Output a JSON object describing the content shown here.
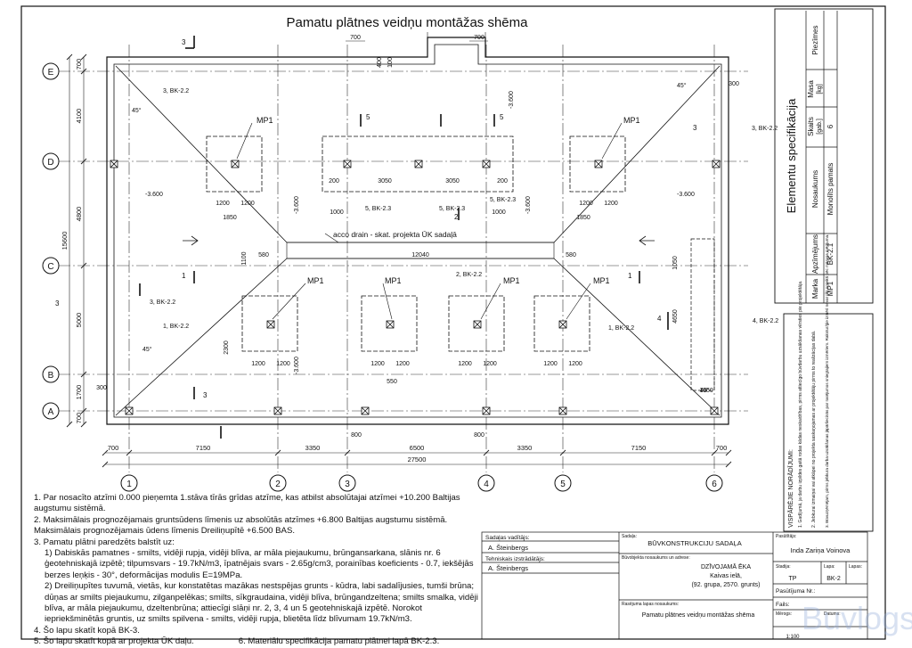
{
  "title": "Pamatu plātnes veidņu montāžas shēma",
  "axes_v": [
    "1",
    "2",
    "3",
    "4",
    "5",
    "6"
  ],
  "axes_h": [
    "E",
    "D",
    "C",
    "B",
    "A"
  ],
  "dims_bottom": [
    "700",
    "7150",
    "3350",
    "6500",
    "3350",
    "7150",
    "700",
    "27500"
  ],
  "dims_left": [
    "700",
    "4100",
    "4800",
    "5000",
    "1700",
    "700",
    "15600"
  ],
  "dims_top": [
    "700",
    "700",
    "700",
    "400",
    "100"
  ],
  "slab_labels": [
    "MP1",
    "MP1",
    "MP1",
    "MP1",
    "MP1",
    "MP1"
  ],
  "section_marks": [
    "3",
    "3",
    "3",
    "3",
    "1",
    "1",
    "2",
    "4",
    "5",
    "5",
    "5",
    "5"
  ],
  "refs": [
    "3, BK-2.2",
    "3, BK-2.2",
    "3, BK-2.2",
    "1, BK-2.2",
    "1, BK-2.2",
    "2, BK-2.2",
    "4, BK-2.2",
    "5, BK-2.3",
    "5, BK-2.3",
    "5, BK-2.3"
  ],
  "levels": [
    "-3.600",
    "-3.600",
    "-3.600",
    "-3.600",
    "-3.600",
    "-3.600"
  ],
  "inner_dims": [
    "1200",
    "1200",
    "1850",
    "1200",
    "1200",
    "1850",
    "200",
    "3050",
    "3050",
    "200",
    "1000",
    "1000",
    "12040",
    "1100",
    "580",
    "580",
    "1050",
    "4650",
    "150",
    "1050",
    "2300",
    "1200",
    "1200",
    "1200",
    "1200",
    "1200",
    "1200",
    "1200",
    "1200",
    "150",
    "550",
    "150",
    "300",
    "300",
    "300",
    "300",
    "800",
    "800",
    "150",
    "150"
  ],
  "drain_note": "acco drain - skat. projekta ŪK sadaļā",
  "angle": "45°",
  "spec": {
    "title": "Elementu specifikācija",
    "headers": [
      "Marka",
      "Apzīmējums",
      "Nosaukums",
      "Skaits",
      "Masa",
      "Piezīmes"
    ],
    "units": [
      "",
      "",
      "",
      "[gab.]",
      "[kg]",
      ""
    ],
    "row": [
      "MP1",
      "BK-2.1",
      "Monolīts pamats",
      "6",
      "",
      ""
    ]
  },
  "general_notes": {
    "title": "VISPĀRĒJIE NORĀDĪJUMI:",
    "items": [
      "1. Gadījumā, ja darbu izpildes gaitā rodas kādas neskaidrības, pirms attiecīgo būvdarbu uzsākšanas vērsties pie projektētāja.",
      "2. Jebkurai izmaiņai vai atkāpei no projekta saskaņojamas ar projektētāju pirms to realizācijas dabā.",
      "3. Būvuzņēmējam, pirms jebkura darba uzsākšanas jāpārliecinās par rasējumos sniegtajiem izmēriem. Rakstur/ģie izmēri nevar tikt noteikti pēc mēroga mērījuma."
    ]
  },
  "notes": [
    "1. Par nosacīto atzīmi 0.000 pieņemta 1.stāva tīrās grīdas atzīme, kas atbilst absolūtajai atzīmei +10.200 Baltijas augstumu sistēmā.",
    "2. Maksimālais prognozējamais gruntsūdens līmenis uz absolūtās atzīmes +6.800 Baltijas augstumu sistēmā. Maksimālais prognozējamais ūdens līmenis Dreiliņupītē +6.500 BAS.",
    "3. Pamatu plātni paredzēts balstīt uz:",
    "1) Dabiskās pamatnes - smilts, vidēji rupja, vidēji blīva, ar māla piejaukumu, brūngansarkana, slānis nr. 6 ģeotehniskajā izpētē; tilpumsvars - 19.7kN/m3, īpatnējais svars - 2.65g/cm3, porainības koeficients - 0.7, iekšējās berzes leņķis - 30°, deformācijas modulis E=19MPa.",
    "2) Dreiliņupītes tuvumā, vietās, kur konstatētas mazākas nestspējas grunts - kūdra, labi sadalījusies, tumši brūna; dūņas ar smilts piejaukumu, zilganpelēkas; smilts, sīkgraudaina, vidēji blīva, brūngandzeltena; smilts smalka, vidēji blīva, ar māla piejaukumu, dzeltenbrūna; attiecīgi slāņi nr. 2, 3, 4 un 5 geotehniskajā izpētē. Norokot iepriekšminētās gruntis, uz smilts spilvena - smilts, vidēji rupja, blietēta līdz blīvumam 19.7kN/m3.",
    "4. Šo lapu skatīt kopā BK-3.",
    "5. Šo lapu skatīt kopā ar projekta ŪK daļu.",
    "6. Materiālu specifikācija pamatu plātnei lapā BK-2.3."
  ],
  "title_block": {
    "section_head_label": "Sadaļas vadītājs:",
    "section_head": "A. Šteinbergs",
    "tech_label": "Tehniskais izstrādātājs:",
    "tech": "A. Šteinbergs",
    "section_label": "Sadaļa:",
    "section": "BŪVKONSTRUKCIJU SADAĻA",
    "object_label": "Būvobjekta nosaukums un adrese:",
    "object_lines": [
      "DZĪVOJAMĀ ĒKA",
      "Kaivas ielā,",
      "(92. grupa, 2570. grunts)"
    ],
    "drawing_label": "Rasējuma lapas nosaukums:",
    "drawing": "Pamatu plātnes veidņu montāžas shēma",
    "client_label": "Pasūtītājs:",
    "client": "Inda Zariņa Voinova",
    "stage_label": "Stadija:",
    "stage": "TP",
    "sheet_label": "Lapa:",
    "sheet": "BK-2",
    "sheets_label": "Lapas:",
    "order_label": "Pasūtījuma Nr.:",
    "file_label": "Fails:",
    "scale_label": "Mērogs:",
    "date_label": "Datums:",
    "scale": "1:100"
  },
  "watermark": "Buvlogs"
}
